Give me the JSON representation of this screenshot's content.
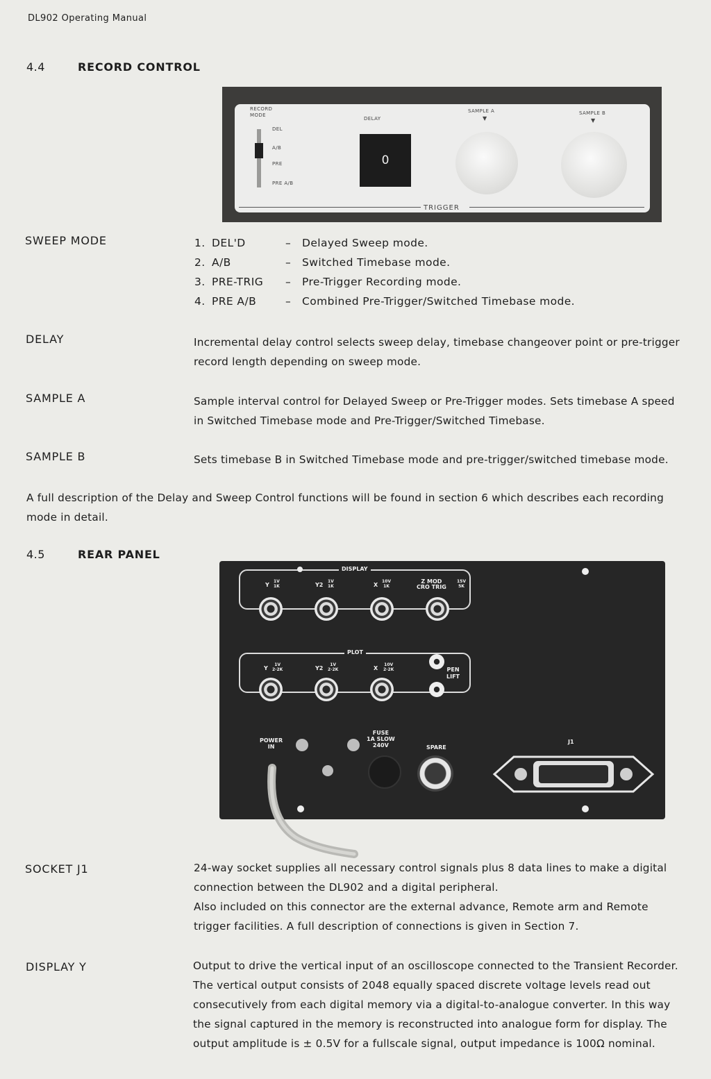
{
  "header": "DL902 Operating Manual",
  "sections": {
    "record_control": {
      "number": "4.4",
      "title": "RECORD CONTROL"
    },
    "rear_panel": {
      "number": "4.5",
      "title": "REAR PANEL"
    }
  },
  "record_panel": {
    "record_mode": "RECORD\nMODE",
    "positions": [
      "DEL",
      "A/B",
      "PRE",
      "PRE A/B"
    ],
    "delay_label": "DELAY",
    "delay_value": "0",
    "sample_a": "SAMPLE A",
    "sample_b": "SAMPLE B",
    "trigger": "TRIGGER"
  },
  "sweep_mode": {
    "label": "SWEEP MODE",
    "items": [
      {
        "num": "1.",
        "name": "DEL'D",
        "desc": "Delayed Sweep mode."
      },
      {
        "num": "2.",
        "name": "A/B",
        "desc": "Switched Timebase mode."
      },
      {
        "num": "3.",
        "name": "PRE-TRIG",
        "desc": "Pre-Trigger Recording mode."
      },
      {
        "num": "4.",
        "name": "PRE A/B",
        "desc": "Combined Pre-Trigger/Switched Timebase mode."
      }
    ]
  },
  "delay": {
    "label": "DELAY",
    "lines": [
      "Incremental delay control selects sweep delay, timebase changeover point or pre-trigger",
      "record length depending on sweep mode."
    ]
  },
  "sample_a": {
    "label": "SAMPLE A",
    "lines": [
      "Sample interval control for Delayed Sweep or Pre-Trigger modes. Sets timebase A speed",
      "in Switched Timebase mode and Pre-Trigger/Switched Timebase."
    ]
  },
  "sample_b": {
    "label": "SAMPLE B",
    "lines": [
      "Sets timebase B in Switched Timebase mode and pre-trigger/switched timebase mode."
    ]
  },
  "full_description": [
    "A full description of the Delay and Sweep Control functions will be found in section 6 which describes each recording",
    "mode in detail."
  ],
  "rear_labels": {
    "display": "DISPLAY",
    "plot": "PLOT",
    "disp_y": "Y",
    "disp_y_spec": "1V\n1K",
    "disp_y2": "Y2",
    "disp_y2_spec": "1V\n1K",
    "disp_x": "X",
    "disp_x_spec": "10V\n1K",
    "disp_z": "Z MOD\nCRO TRIG",
    "disp_z_spec": "15V\n5K",
    "plot_y": "Y",
    "plot_y_spec": "1V\n2·2K",
    "plot_y2": "Y2",
    "plot_y2_spec": "1V\n2·2K",
    "plot_x": "X",
    "plot_x_spec": "10V\n2·2K",
    "pen_lift": "PEN\nLIFT",
    "power_in": "POWER\nIN",
    "fuse": "FUSE\n1A SLOW\n240V",
    "spare": "SPARE",
    "j1": "J1"
  },
  "socket_j1": {
    "label": "SOCKET J1",
    "lines": [
      "24-way socket supplies all necessary control signals plus 8 data lines to make a digital",
      "connection between the DL902 and a digital peripheral.",
      "Also included on this connector are the external advance, Remote arm and Remote",
      "trigger facilities. A full description of connections is given in Section 7."
    ]
  },
  "display_y": {
    "label": "DISPLAY Y",
    "lines": [
      "Output to drive the vertical input of an oscilloscope connected to the Transient Recorder.",
      "The vertical output consists of 2048 equally spaced discrete voltage levels read out",
      "consecutively from each digital memory via a digital-to-analogue converter. In this way",
      "the signal captured in the memory is reconstructed into analogue form for display. The",
      "output amplitude is ± 0.5V for a fullscale signal, output impedance is 100Ω nominal."
    ]
  }
}
